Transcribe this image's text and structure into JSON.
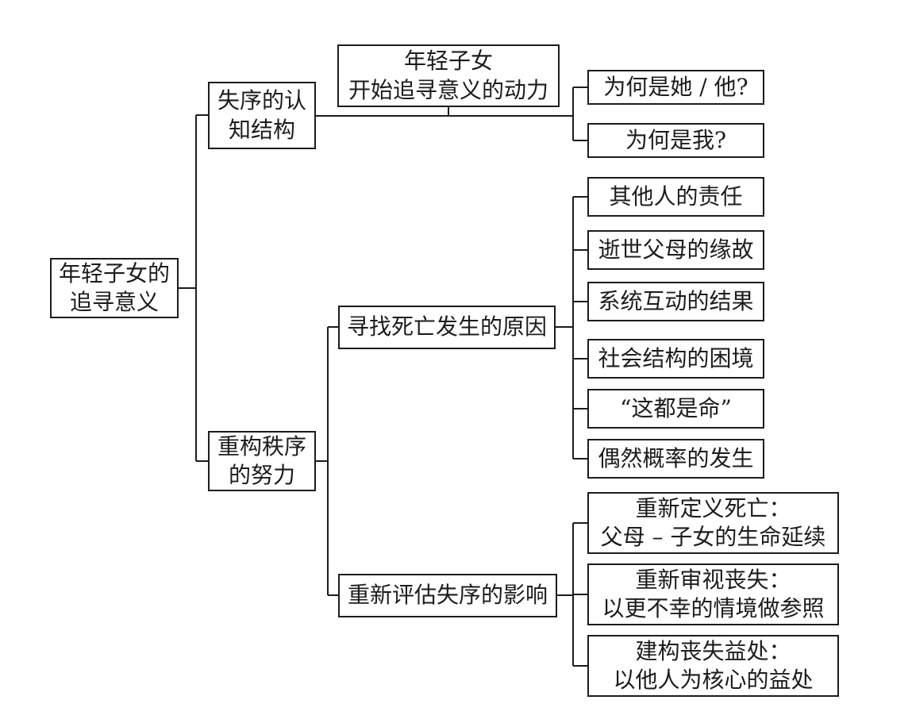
{
  "diagram": {
    "type": "tree",
    "orientation": "left-to-right",
    "colors": {
      "background": "#ffffff",
      "line": "#1c1c1c",
      "box_border": "#1c1c1c",
      "text": "#1c1c1c"
    },
    "nodes": {
      "root": {
        "label": "年轻子女的\n追寻意义"
      },
      "disorder": {
        "label": "失序的认\n知结构"
      },
      "motivation": {
        "label": "年轻子女\n开始追寻意义的动力"
      },
      "why_her": {
        "label": "为何是她 / 他?"
      },
      "why_me": {
        "label": "为何是我?"
      },
      "rebuild": {
        "label": "重构秩序\n的努力"
      },
      "find_cause": {
        "label": "寻找死亡发生的原因"
      },
      "reason_others": {
        "label": "其他人的责任"
      },
      "reason_parents": {
        "label": "逝世父母的缘故"
      },
      "reason_system": {
        "label": "系统互动的结果"
      },
      "reason_social": {
        "label": "社会结构的困境"
      },
      "reason_fate": {
        "label": "“这都是命”"
      },
      "reason_chance": {
        "label": "偶然概率的发生"
      },
      "reassess": {
        "label": "重新评估失序的影响"
      },
      "redefine_death": {
        "label": "重新定义死亡：\n父母 – 子女的生命延续"
      },
      "review_loss": {
        "label": "重新审视丧失：\n以更不幸的情境做参照"
      },
      "construct_benefit": {
        "label": "建构丧失益处：\n以他人为核心的益处"
      }
    },
    "edges": [
      [
        "root",
        "disorder"
      ],
      [
        "root",
        "rebuild"
      ],
      [
        "disorder",
        "motivation"
      ],
      [
        "motivation",
        "why_her"
      ],
      [
        "motivation",
        "why_me"
      ],
      [
        "rebuild",
        "find_cause"
      ],
      [
        "rebuild",
        "reassess"
      ],
      [
        "find_cause",
        "reason_others"
      ],
      [
        "find_cause",
        "reason_parents"
      ],
      [
        "find_cause",
        "reason_system"
      ],
      [
        "find_cause",
        "reason_social"
      ],
      [
        "find_cause",
        "reason_fate"
      ],
      [
        "find_cause",
        "reason_chance"
      ],
      [
        "reassess",
        "redefine_death"
      ],
      [
        "reassess",
        "review_loss"
      ],
      [
        "reassess",
        "construct_benefit"
      ]
    ]
  }
}
